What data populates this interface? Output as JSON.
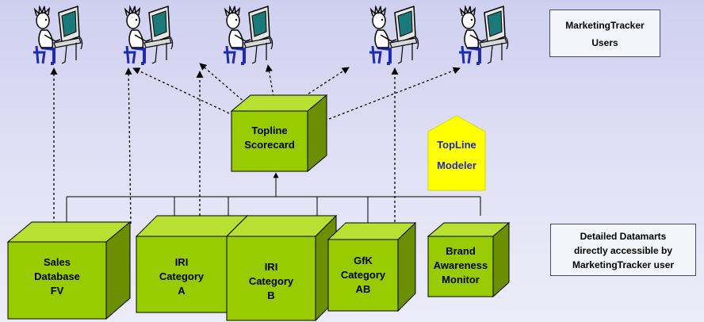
{
  "legend": {
    "users_title": "MarketingTracker",
    "users_subtitle": "Users",
    "datamarts_line1": "Detailed Datamarts",
    "datamarts_line2": "directly accessible by",
    "datamarts_line3": "MarketingTracker user"
  },
  "topline_scorecard": {
    "line1": "Topline",
    "line2": "Scorecard"
  },
  "topline_modeler": {
    "line1": "TopLine",
    "line2": "Modeler"
  },
  "datamarts": [
    {
      "line1": "Sales",
      "line2": "Database",
      "line3": "FV"
    },
    {
      "line1": "IRI",
      "line2": "Category",
      "line3": "A"
    },
    {
      "line1": "IRI",
      "line2": "Category",
      "line3": "B"
    },
    {
      "line1": "GfK",
      "line2": "Category",
      "line3": "AB"
    },
    {
      "line1": "Brand",
      "line2": "Awareness",
      "line3": "Monitor"
    }
  ],
  "users_count": 5,
  "colors": {
    "cube_front": "#99cc00",
    "cube_top": "#b8e033",
    "cube_side": "#6b8f00",
    "modeler": "#ffff00",
    "line": "#000000"
  },
  "icons": {
    "user": "person-at-computer-icon"
  }
}
